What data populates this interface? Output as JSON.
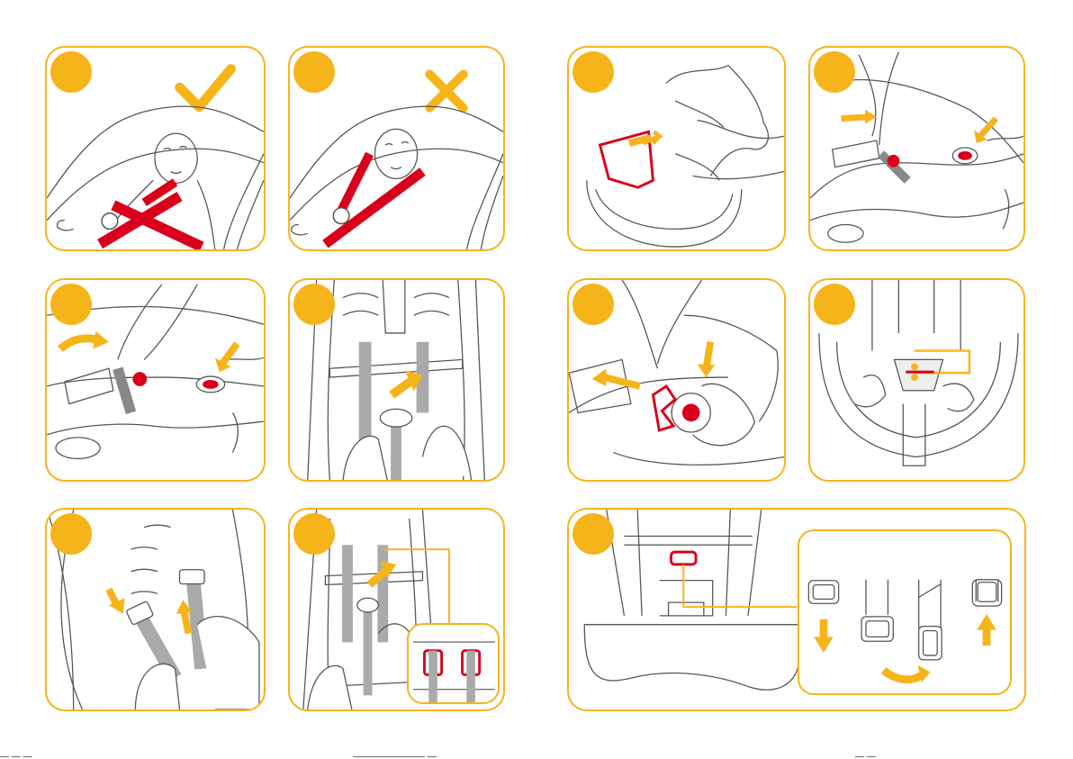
{
  "colors": {
    "accent": "#f6b41b",
    "strap": "#d9001b",
    "line": "#555555"
  },
  "steps": [
    {
      "id": "1",
      "icon": "check-icon",
      "status": "correct"
    },
    {
      "id": "2",
      "icon": "cross-icon",
      "status": "incorrect"
    },
    {
      "id": "3",
      "icon": "seat-cover-removal-illustration"
    },
    {
      "id": "4",
      "icon": "harness-release-illustration"
    },
    {
      "id": "5",
      "icon": "buckle-release-illustration"
    },
    {
      "id": "6",
      "icon": "strap-routing-illustration"
    },
    {
      "id": "7",
      "icon": "buckle-pull-illustration"
    },
    {
      "id": "8",
      "icon": "crotch-strap-illustration"
    },
    {
      "id": "9",
      "icon": "shoulder-strap-adjust-illustration"
    },
    {
      "id": "10",
      "icon": "harness-slot-illustration"
    },
    {
      "id": "11",
      "icon": "strap-plate-rotation-illustration"
    }
  ],
  "footer": {
    "left": "— — —",
    "center": "———————— —",
    "right": "— —"
  }
}
